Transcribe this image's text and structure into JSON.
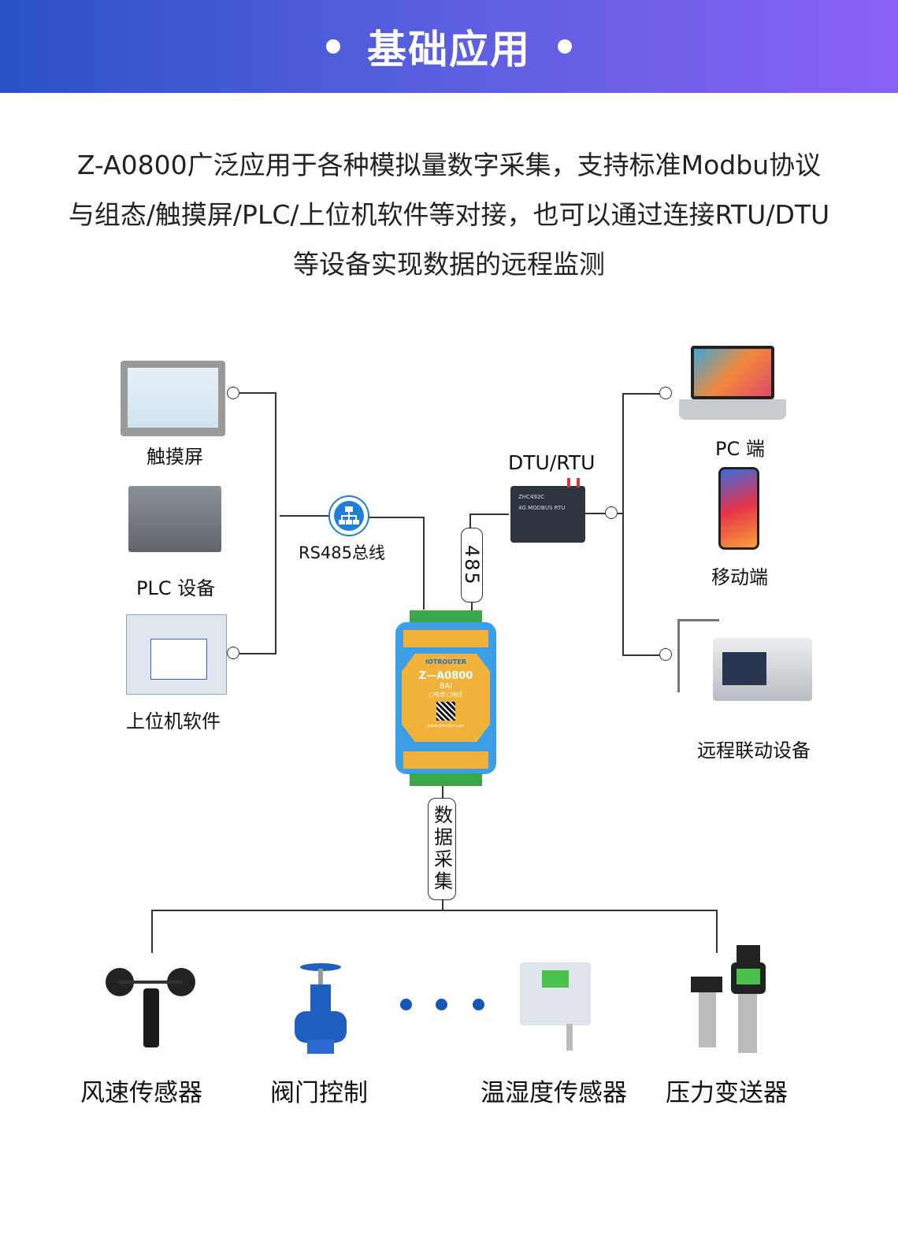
{
  "header": {
    "title": "基础应用"
  },
  "intro": {
    "lines": [
      "Z-A0800广泛应用于各种模拟量数字采集，支持标准Modbu协议",
      "与组态/触摸屏/PLC/上位机软件等对接，也可以通过连接RTU/DTU",
      "等设备实现数据的远程监测"
    ]
  },
  "left_devices": [
    {
      "label": "触摸屏"
    },
    {
      "label": "PLC 设备"
    },
    {
      "label": "上位机软件"
    }
  ],
  "bus": {
    "label": "RS485总线"
  },
  "dtu": {
    "label": "DTU/RTU",
    "model": "ZHC492C",
    "sub": "4G MODBUS RTU"
  },
  "link_485": "485",
  "right_devices": [
    {
      "label": "PC 端"
    },
    {
      "label": "移动端"
    },
    {
      "label": "远程联动设备"
    }
  ],
  "device": {
    "brand": "IOTROUTER",
    "model": "Z—A0800",
    "channels": "8AI",
    "opt1": "□电流",
    "opt2": "□电压",
    "url": "www.iotrouter.com"
  },
  "collect": "数据采集",
  "sensors": [
    {
      "label": "风速传感器"
    },
    {
      "label": "阀门控制"
    },
    {
      "label": "温湿度传感器"
    },
    {
      "label": "压力变送器"
    }
  ],
  "colors": {
    "accent": "#1557b8",
    "device_blue": "#3b9ee6",
    "device_orange": "#f0b23a"
  }
}
